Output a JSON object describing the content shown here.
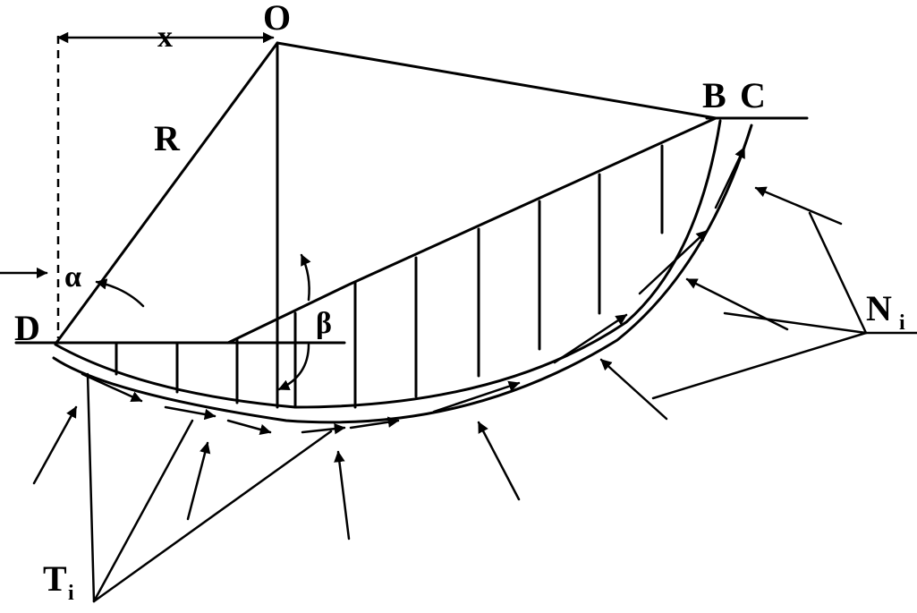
{
  "labels": {
    "O": "O",
    "x": "x",
    "R": "R",
    "alpha": "α",
    "beta": "β",
    "D": "D",
    "B": "B",
    "C": "C",
    "N": "N",
    "N_sub": "i",
    "T": "T",
    "T_sub": "i"
  }
}
